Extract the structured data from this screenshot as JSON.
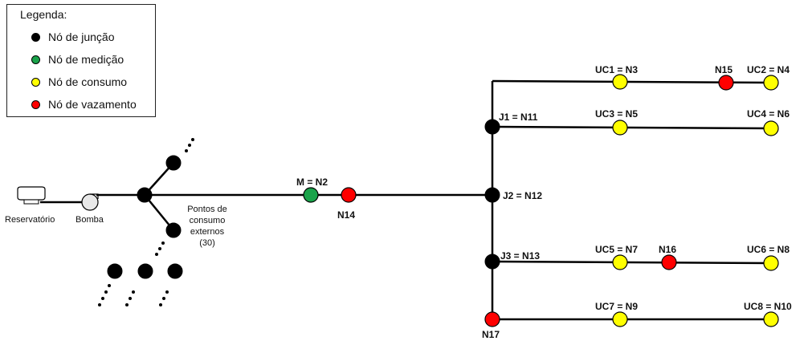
{
  "legend": {
    "title": "Legenda:",
    "items": [
      {
        "label": "Nó de junção",
        "color": "#000000"
      },
      {
        "label": "Nó de medição",
        "color": "#1aa34a"
      },
      {
        "label": "Nó de consumo",
        "color": "#ffff00"
      },
      {
        "label": "Nó de vazamento",
        "color": "#ff0000"
      }
    ]
  },
  "labels": {
    "reservoir": "Reservatório",
    "pump": "Bomba",
    "external_points": [
      "Pontos de",
      "consumo",
      "externos",
      "(30)"
    ],
    "m_n2": "M = N2",
    "n14": "N14",
    "n15": "N15",
    "n16": "N16",
    "n17": "N17",
    "j1": "J1 = N11",
    "j2": "J2 = N12",
    "j3": "J3 = N13",
    "uc1": "UC1 = N3",
    "uc2": "UC2 = N4",
    "uc3": "UC3 = N5",
    "uc4": "UC4 = N6",
    "uc5": "UC5 = N7",
    "uc6": "UC6 = N8",
    "uc7": "UC7 = N9",
    "uc8": "UC8 = N10"
  },
  "colors": {
    "junction": "#000000",
    "measurement": "#1aa34a",
    "consumption": "#ffff00",
    "leak": "#ff0000"
  }
}
